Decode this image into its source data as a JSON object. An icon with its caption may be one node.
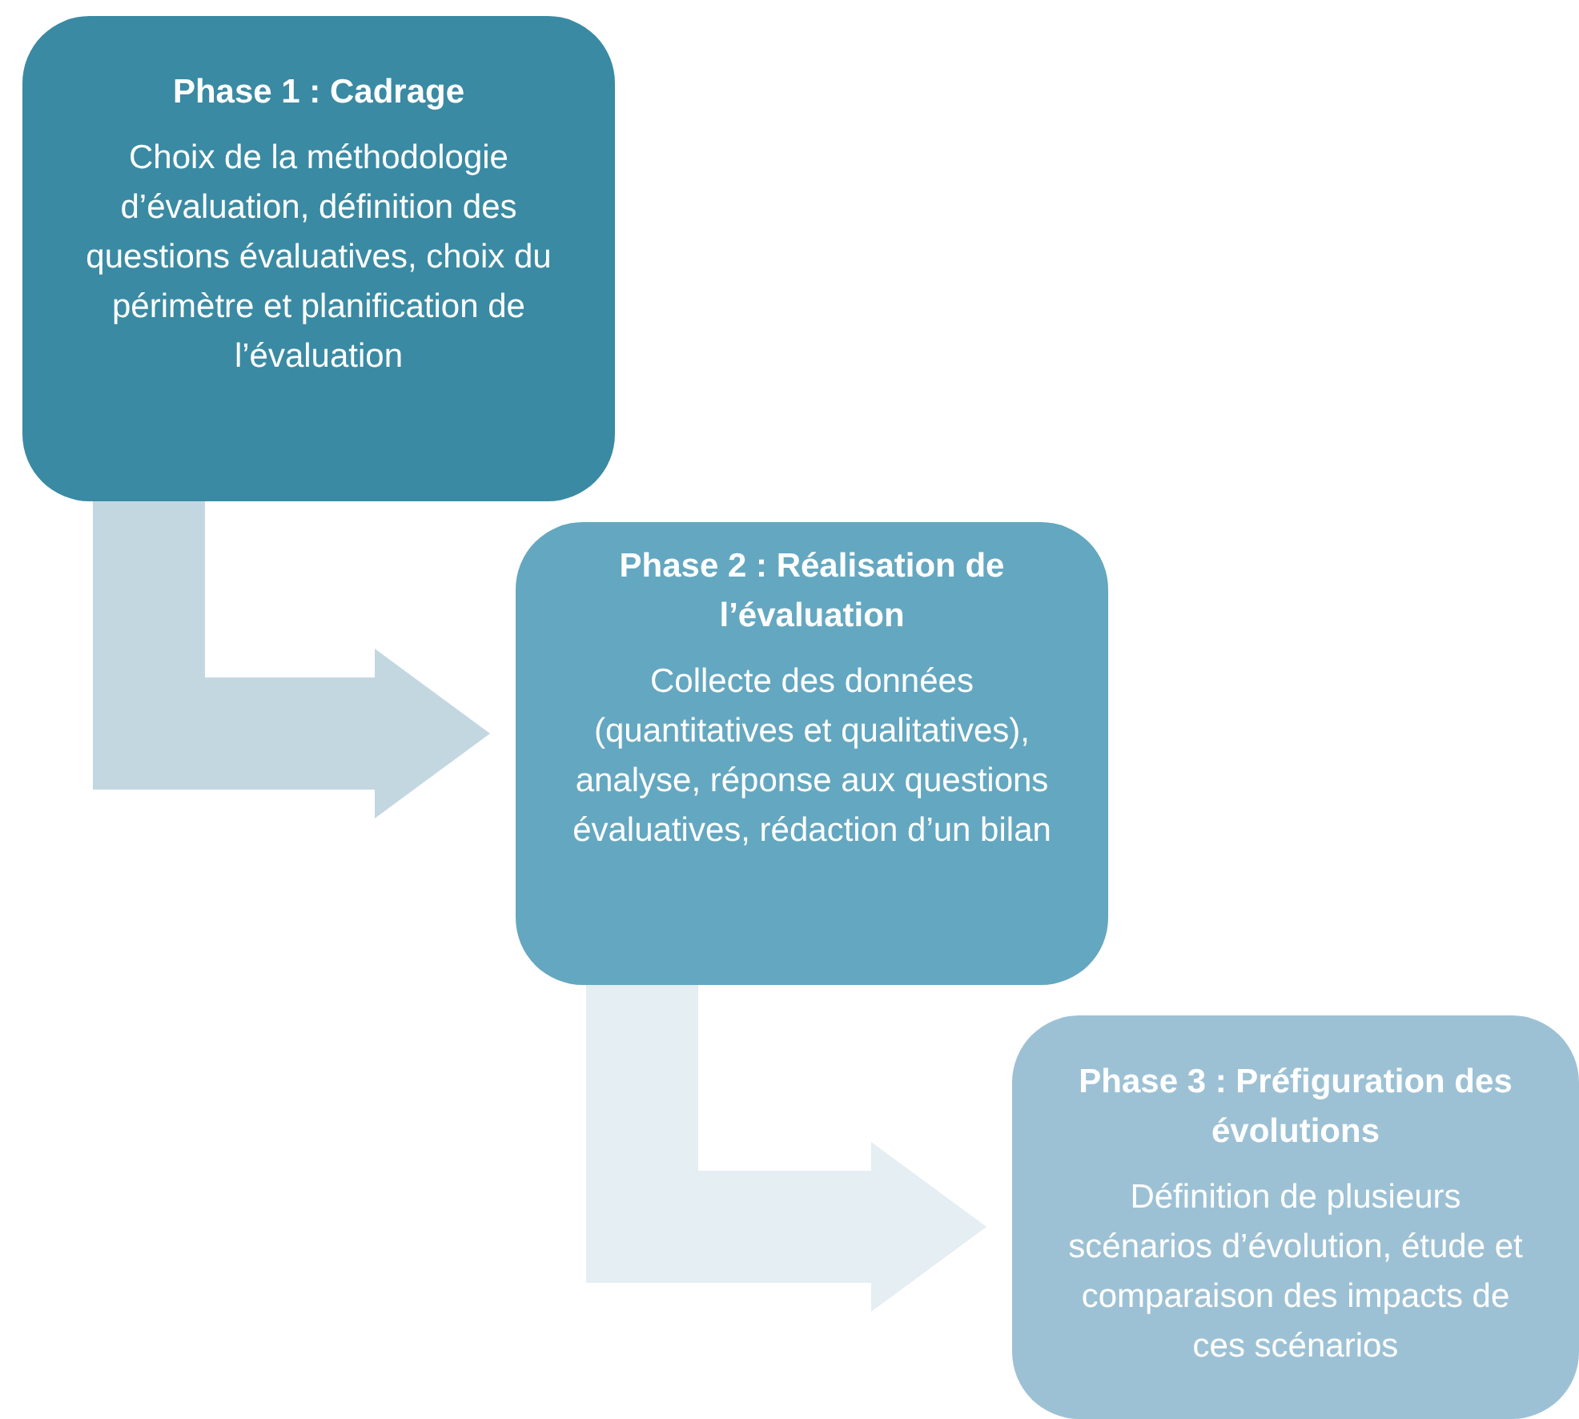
{
  "diagram": {
    "nodes": [
      {
        "text": [
          "Phase 1 : Cadrage",
          "Choix de la méthodologie d’évaluation, définition des questions évaluatives, choix du périmètre et planification de l’évaluation"
        ]
      },
      {
        "text": [
          "Phase 2 : Réalisation de l’évaluation",
          "Collecte des données (quantitatives et qualitatives), analyse, réponse aux questions évaluatives, rédaction d’un bilan"
        ]
      },
      {
        "text": [
          "Phase 3 : Préfiguration des évolutions",
          "Définition de plusieurs scénarios d’évolution, étude et comparaison des impacts de ces scénarios"
        ]
      }
    ],
    "edges": [
      {
        "from": 0,
        "to": 1,
        "arrow": "to",
        "color": "#c3d7e1"
      },
      {
        "from": 1,
        "to": 2,
        "arrow": "to",
        "color": "#e5eef2"
      }
    ]
  }
}
